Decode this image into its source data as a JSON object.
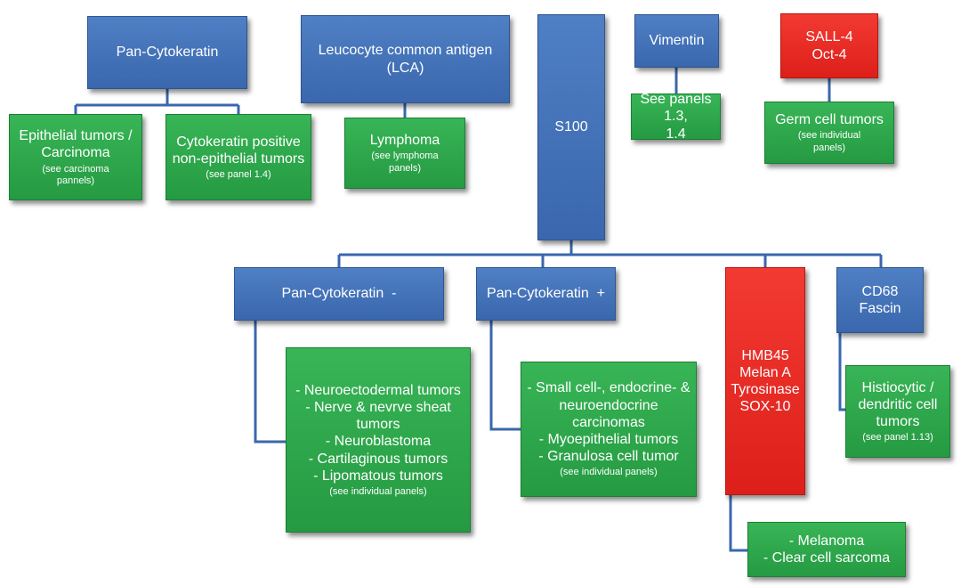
{
  "nodes": {
    "pan_cytokeratin": [
      "Pan-Cytokeratin"
    ],
    "lca": [
      "Leucocyte common antigen",
      "(LCA)"
    ],
    "s100": [
      "S100"
    ],
    "vimentin": [
      "Vimentin"
    ],
    "sall4": [
      "SALL-4",
      "Oct-4"
    ],
    "epithelial": {
      "lines": [
        "Epithelial tumors /",
        "Carcinoma"
      ],
      "note": [
        "(see carcinoma",
        "pannels)"
      ]
    },
    "ck_positive": {
      "lines": [
        "Cytokeratin positive",
        "non-epithelial tumors"
      ],
      "note": [
        "(see panel 1.4)"
      ]
    },
    "lymphoma": {
      "lines": [
        "Lymphoma"
      ],
      "note": [
        "(see lymphoma",
        "panels)"
      ]
    },
    "vimentin_panels": {
      "lines": [
        "See panels 1.3,",
        "1.4"
      ]
    },
    "germ_cell": {
      "lines": [
        "Germ cell tumors"
      ],
      "note": [
        "(see individual",
        "panels)"
      ]
    },
    "pan_ck_neg": [
      "Pan-Cytokeratin  -"
    ],
    "pan_ck_pos": [
      "Pan-Cytokeratin  +"
    ],
    "hmb45": [
      "HMB45",
      "Melan A",
      "Tyrosinase",
      "SOX-10"
    ],
    "cd68": [
      "CD68",
      "Fascin"
    ],
    "neuro": {
      "lines": [
        "- Neuroectodermal tumors",
        "- Nerve & nevrve sheat",
        "tumors",
        "- Neuroblastoma",
        "- Cartilaginous tumors",
        "- Lipomatous tumors"
      ],
      "note": [
        "(see individual panels)"
      ]
    },
    "small_cell": {
      "lines": [
        "- Small cell-, endocrine- &",
        "neuroendocrine carcinomas",
        "- Myoepithelial tumors",
        "- Granulosa cell tumor"
      ],
      "note": [
        "(see individual panels)"
      ]
    },
    "histiocytic": {
      "lines": [
        "Histiocytic /",
        "dendritic cell",
        "tumors"
      ],
      "note": [
        "(see panel 1.13)"
      ]
    },
    "melanoma": {
      "lines": [
        "- Melanoma",
        "- Clear cell sarcoma"
      ]
    }
  },
  "colors": {
    "marker_box": "#3a67ad",
    "positive_marker_box": "#dd1f1a",
    "tumor_box": "#259a42",
    "connector": "#3a67ad"
  }
}
